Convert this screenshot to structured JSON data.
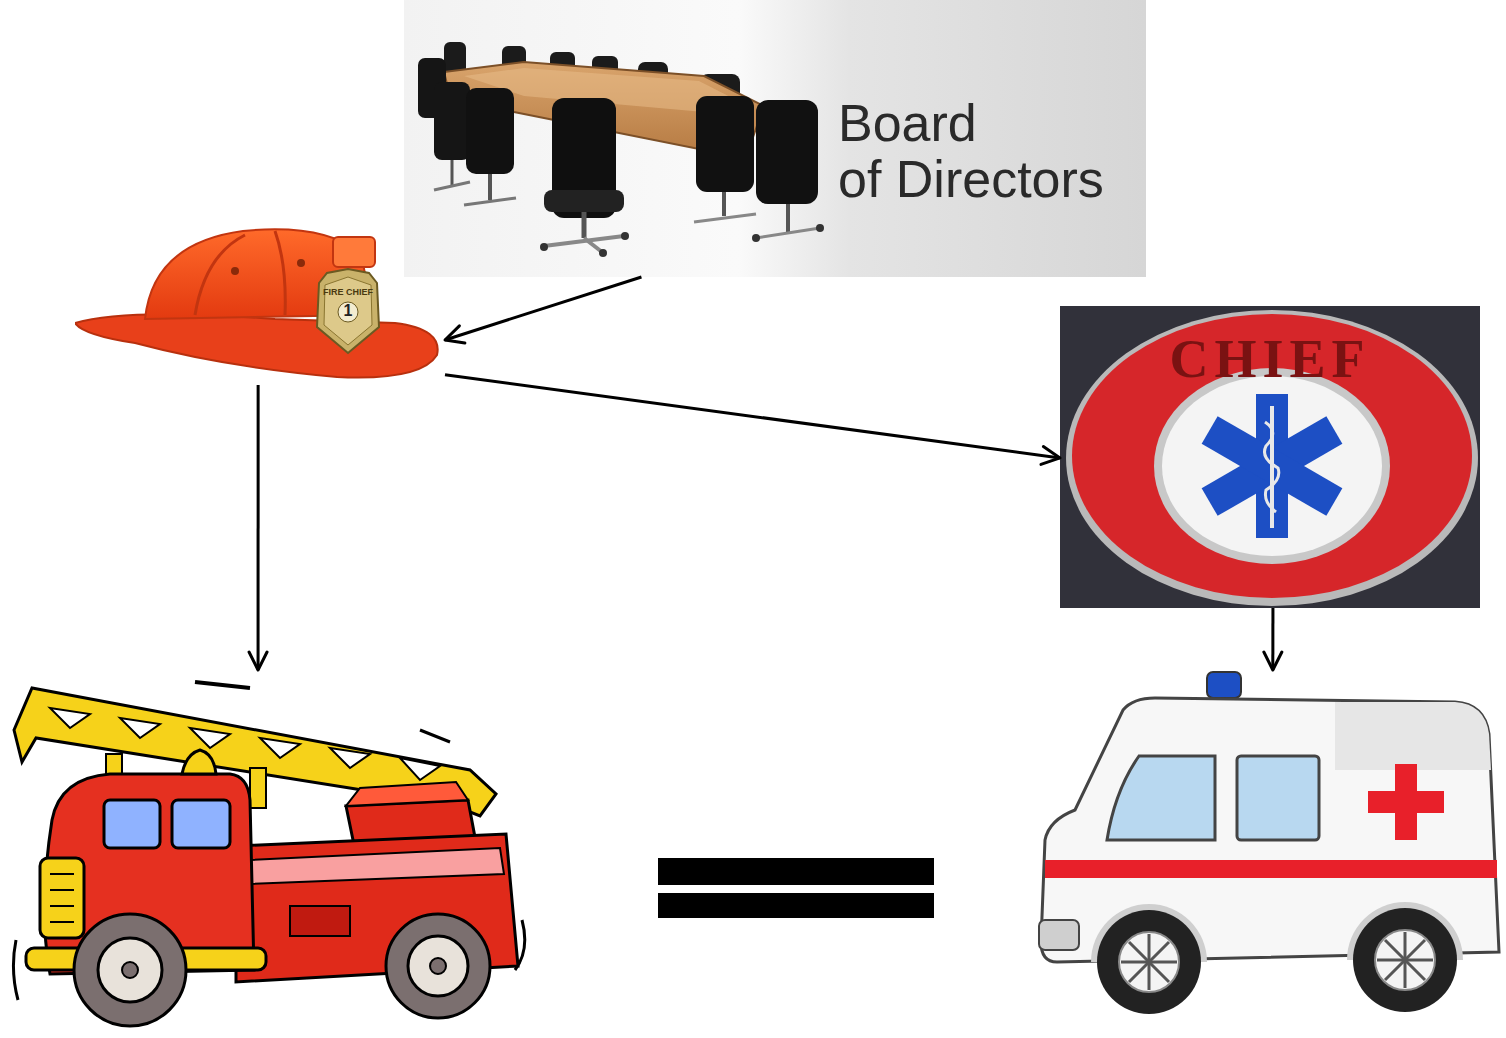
{
  "diagram": {
    "nodes": [
      {
        "text": [
          "Board of Directors"
        ]
      },
      {
        "text": [
          "FIRE CHIEF",
          "1"
        ]
      },
      {
        "text": [
          "CHIEF"
        ]
      },
      {
        "text": []
      },
      {
        "text": []
      }
    ],
    "edges": [
      {
        "from": 0,
        "to": 1,
        "arrow": "to"
      },
      {
        "from": 1,
        "to": 2,
        "arrow": "to"
      },
      {
        "from": 1,
        "to": 3,
        "arrow": "to"
      },
      {
        "from": 2,
        "to": 4,
        "arrow": "to"
      }
    ]
  }
}
